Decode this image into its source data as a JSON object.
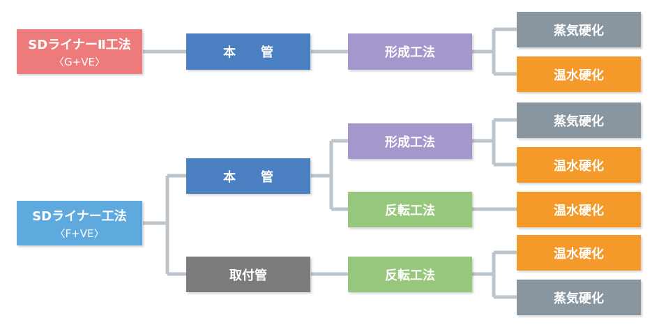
{
  "top": {
    "root": {
      "label": "SDライナーⅡ工法",
      "sub": "〈G+VE〉"
    },
    "pipe": {
      "label": "本管"
    },
    "method": {
      "label": "形成工法"
    },
    "cure1": {
      "label": "蒸気硬化"
    },
    "cure2": {
      "label": "温水硬化"
    }
  },
  "bottom": {
    "root": {
      "label": "SDライナー工法",
      "sub": "〈F+VE〉"
    },
    "pipe": {
      "label": "本管"
    },
    "attach": {
      "label": "取付管"
    },
    "method_form": {
      "label": "形成工法"
    },
    "method_invert": {
      "label": "反転工法"
    },
    "method_invert2": {
      "label": "反転工法"
    },
    "cure_form1": {
      "label": "蒸気硬化"
    },
    "cure_form2": {
      "label": "温水硬化"
    },
    "cure_invert": {
      "label": "温水硬化"
    },
    "cure_attach1": {
      "label": "温水硬化"
    },
    "cure_attach2": {
      "label": "蒸気硬化"
    }
  }
}
